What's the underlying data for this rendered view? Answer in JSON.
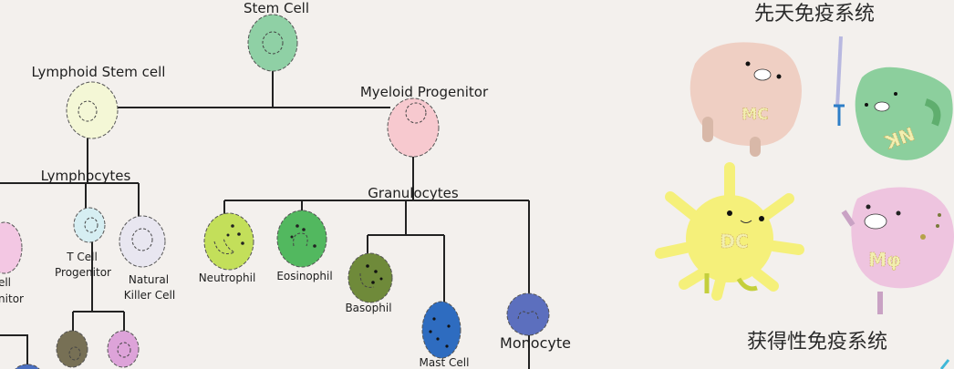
{
  "tree": {
    "stem_cell": "Stem Cell",
    "lymphoid": "Lymphoid Stem cell",
    "myeloid": "Myeloid Progenitor",
    "lymphocytes": "Lymphocytes",
    "granulocytes": "Granulocytes",
    "b_cell_1": "ell",
    "b_cell_2": "nitor",
    "t_cell_1": "T Cell",
    "t_cell_2": "Progenitor",
    "nk_1": "Natural",
    "nk_2": "Killer Cell",
    "neutrophil": "Neutrophil",
    "eosinophil": "Eosinophil",
    "basophil": "Basophil",
    "mast_cell": "Mast Cell",
    "monocyte": "Monocyte"
  },
  "colors": {
    "stem": "#8fd0a5",
    "lymphoid": "#f4f7d6",
    "myeloid": "#f7c9cf",
    "bcell": "#f3c7e3",
    "tcell": "#d6eef2",
    "nk": "#e8e6f0",
    "neutrophil": "#c3df5a",
    "eosinophil": "#52b85f",
    "basophil": "#6f8a3a",
    "mast": "#2e6cc0",
    "monocyte": "#5c6fbe"
  },
  "right": {
    "innate_title": "先天免疫系统",
    "adaptive_title": "获得性免疫系统",
    "mc": "MC",
    "nk": "NK",
    "dc": "DC",
    "macrophage": "Mφ"
  }
}
